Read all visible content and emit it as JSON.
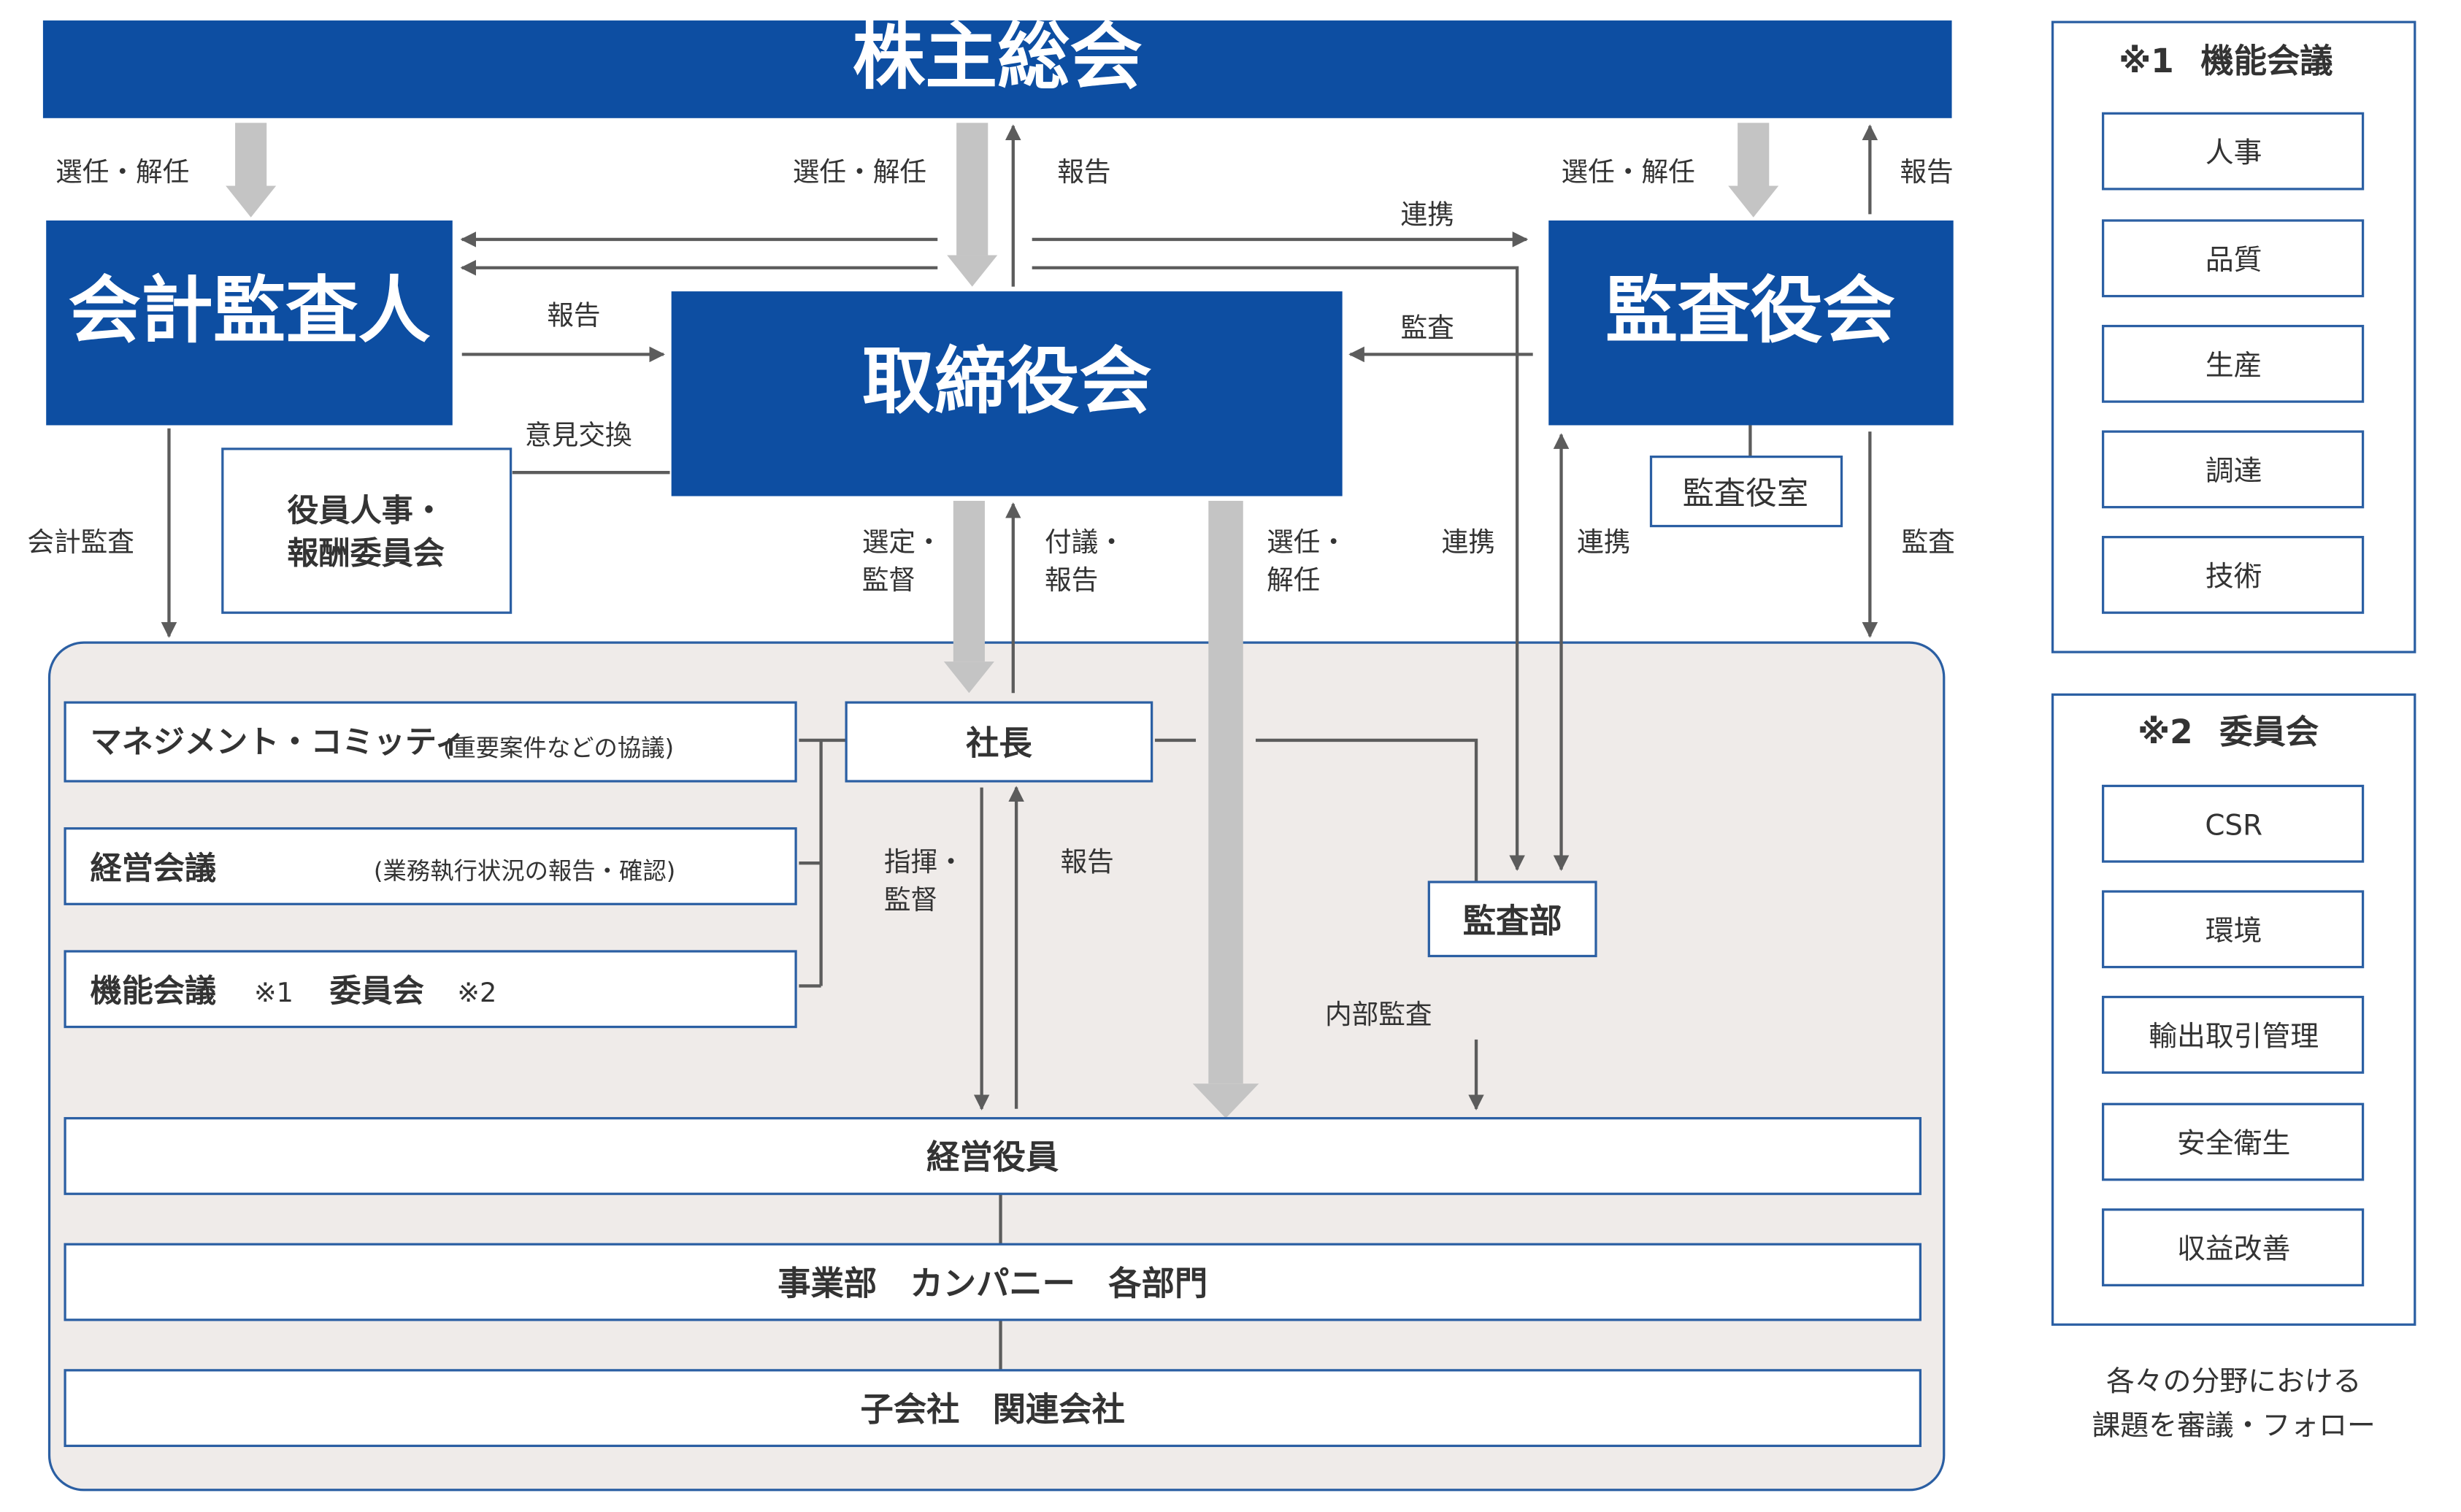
{
  "colors": {
    "navy": "#0d4ea2",
    "border": "#2b5fa3",
    "area_fill": "#efebe9",
    "arrow_dark": "#5c5c5c",
    "arrow_gray": "#c4c4c4",
    "text": "#333333",
    "white": "#ffffff"
  },
  "nodes": {
    "shareholders": "株主総会",
    "accounting_auditor": "会計監査人",
    "board": "取締役会",
    "audit_board": "監査役会",
    "audit_office": "監査役室",
    "nomination_committee_line1": "役員人事・",
    "nomination_committee_line2": "報酬委員会",
    "management_committee": "マネジメント・コミッティ",
    "management_committee_note": "(重要案件などの協議)",
    "management_meeting": "経営会議",
    "management_meeting_note": "(業務執行状況の報告・確認)",
    "functional_label": "機能会議",
    "functional_mark": "※1",
    "committees_label": "委員会",
    "committees_mark": "※2",
    "president": "社長",
    "audit_dept": "監査部",
    "executives": "経営役員",
    "divisions": "事業部　カンパニー　各部門",
    "subsidiaries": "子会社　関連会社"
  },
  "labels": {
    "elect_dismiss_left": "選任・解任",
    "elect_dismiss_center": "選任・解任",
    "report_center": "報告",
    "elect_dismiss_right": "選任・解任",
    "report_right": "報告",
    "cooperation_top": "連携",
    "report_auditor": "報告",
    "audit_board_to_board": "監査",
    "opinion_exchange": "意見交換",
    "accounting_audit": "会計監査",
    "select_supervise_1": "選定・",
    "select_supervise_2": "監督",
    "propose_report_1": "付議・",
    "propose_report_2": "報告",
    "elect_dismiss_exec_1": "選任・",
    "elect_dismiss_exec_2": "解任",
    "cooperation_mid1": "連携",
    "cooperation_mid2": "連携",
    "audit_right": "監査",
    "direct_supervise_1": "指揮・",
    "direct_supervise_2": "監督",
    "report_president": "報告",
    "internal_audit": "内部監査"
  },
  "side_functional": {
    "mark": "※1",
    "title": "機能会議",
    "items": [
      "人事",
      "品質",
      "生産",
      "調達",
      "技術"
    ]
  },
  "side_committees": {
    "mark": "※2",
    "title": "委員会",
    "items": [
      "CSR",
      "環境",
      "輸出取引管理",
      "安全衛生",
      "収益改善"
    ]
  },
  "footnote": {
    "line1": "各々の分野における",
    "line2": "課題を審議・フォロー"
  }
}
